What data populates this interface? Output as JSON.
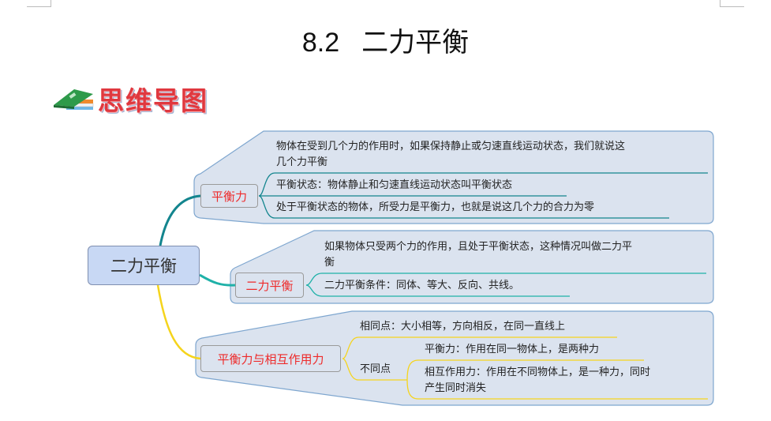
{
  "page": {
    "section_number": "8.2",
    "title": "二力平衡"
  },
  "logo": {
    "text": "思维导图",
    "icon": "books-icon"
  },
  "colors": {
    "branch1": "#13858e",
    "branch2": "#1fb1a8",
    "branch3": "#f5d41c",
    "boundary_fill": "#dbe3ef",
    "boundary_stroke": "#7ea6cf",
    "root_fill": "#c8d8f4",
    "topic_text": "#ee2a2a"
  },
  "mindmap": {
    "root": "二力平衡",
    "branches": [
      {
        "topic": "平衡力",
        "children": [
          {
            "line1": "物体在受到几个力的作用时，如果保持静止或匀速直线运动状态，我们就说这",
            "line2": "几个力平衡"
          },
          {
            "line1": "平衡状态：物体静止和匀速直线运动状态叫平衡状态"
          },
          {
            "line1": "处于平衡状态的物体，所受力是平衡力，也就是说这几个力的合力为零"
          }
        ]
      },
      {
        "topic": "二力平衡",
        "children": [
          {
            "line1": "如果物体只受两个力的作用，且处于平衡状态，这种情况叫做二力平",
            "line2": "衡"
          },
          {
            "line1": "二力平衡条件：同体、等大、反向、共线。"
          }
        ]
      },
      {
        "topic": "平衡力与相互作用力",
        "children": [
          {
            "line1": "相同点：大小相等，方向相反，在同一直线上"
          },
          {
            "label": "不同点",
            "children": [
              {
                "line1": "平衡力：作用在同一物体上，是两种力"
              },
              {
                "line1": "相互作用力：作用在不同物体上，是一种力，同时",
                "line2": "产生同时消失"
              }
            ]
          }
        ]
      }
    ]
  }
}
